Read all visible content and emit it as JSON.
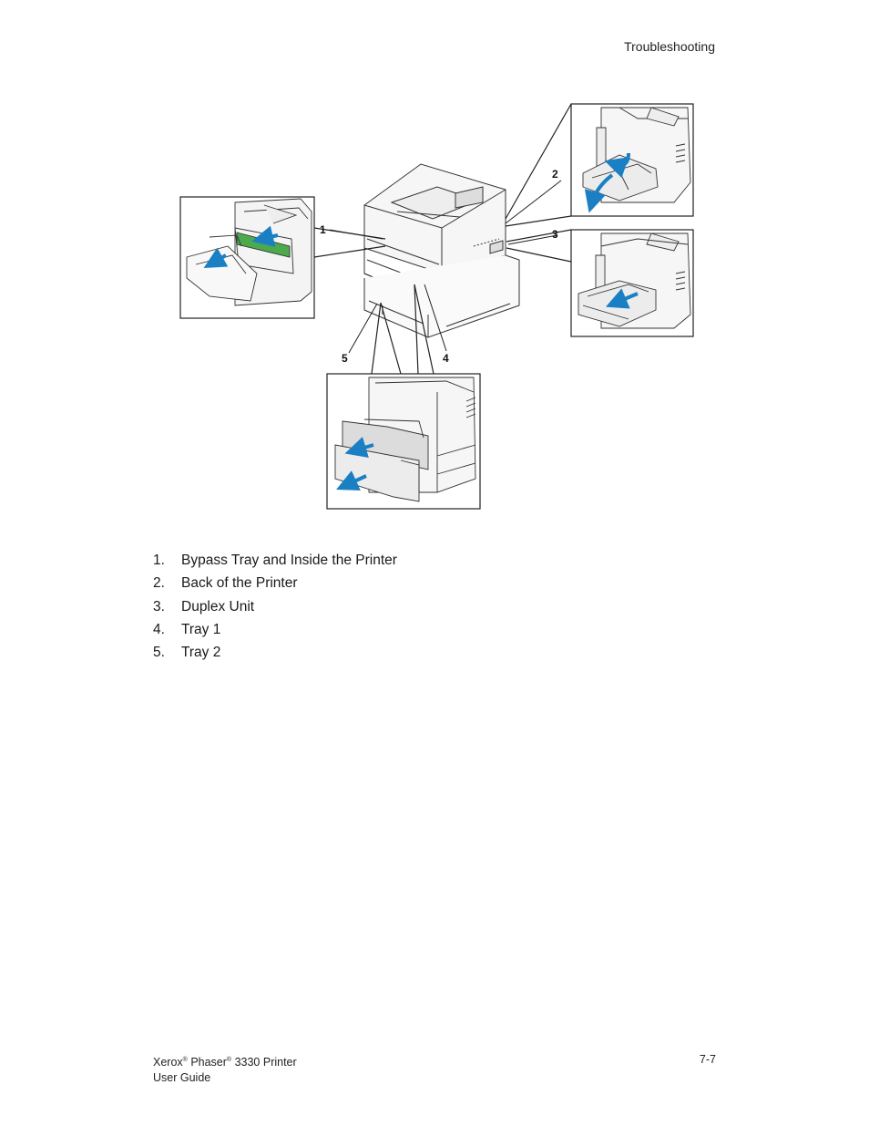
{
  "header": {
    "section": "Troubleshooting"
  },
  "figure": {
    "callouts": [
      "1",
      "2",
      "3",
      "4",
      "5"
    ],
    "arrow_color": "#1b7fc4"
  },
  "list": [
    {
      "num": "1.",
      "label": "Bypass Tray and Inside the Printer"
    },
    {
      "num": "2.",
      "label": "Back of the Printer"
    },
    {
      "num": "3.",
      "label": "Duplex Unit"
    },
    {
      "num": "4.",
      "label": "Tray 1"
    },
    {
      "num": "5.",
      "label": "Tray 2"
    }
  ],
  "footer": {
    "brand": "Xerox",
    "reg1": "®",
    "product": "Phaser",
    "reg2": "®",
    "model": "3330 Printer",
    "guide": "User Guide",
    "page": "7-7"
  }
}
